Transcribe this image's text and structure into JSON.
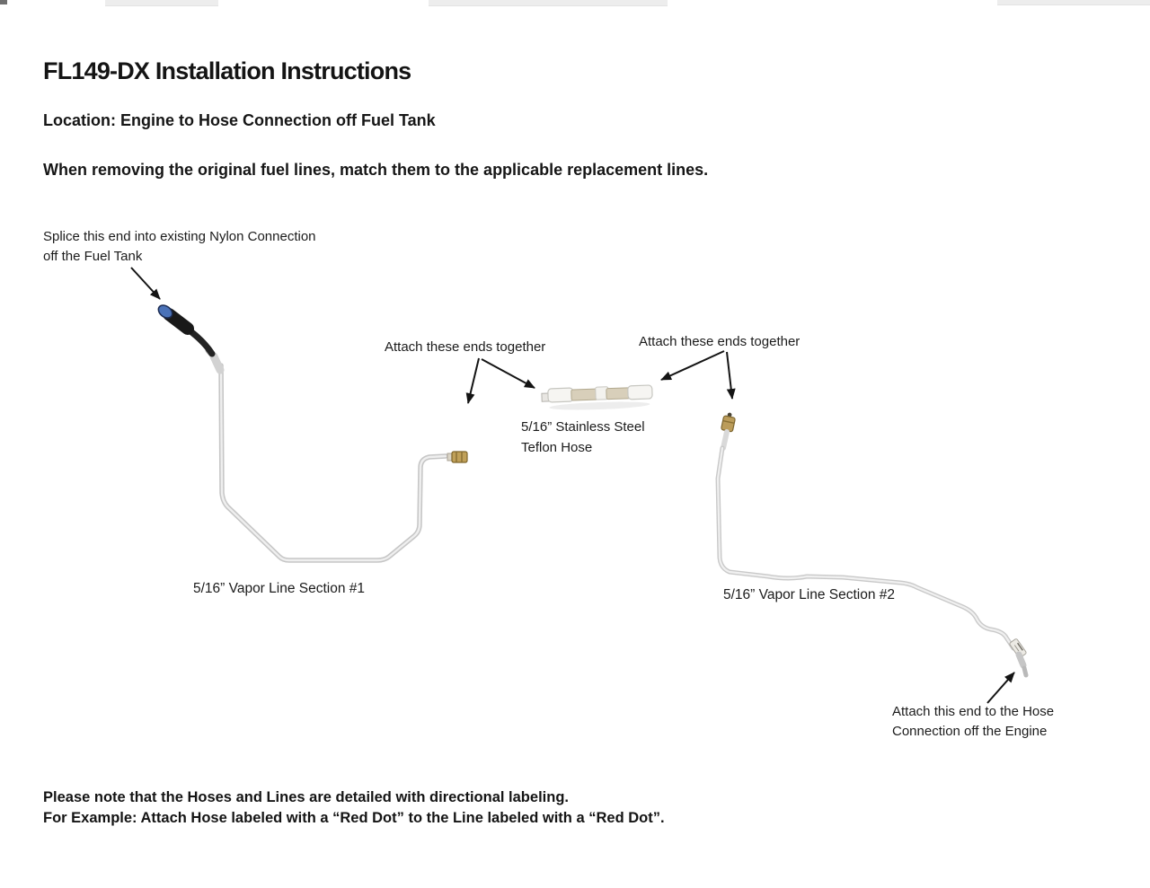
{
  "header": {
    "title": "FL149-DX Installation Instructions",
    "location_line": "Location: Engine to Hose Connection off Fuel Tank",
    "instruction_line": "When removing the original fuel lines, match them to the applicable replacement lines."
  },
  "diagram": {
    "labels": {
      "splice_end": "Splice this end into existing Nylon Connection\noff the Fuel Tank",
      "attach_ends_1": "Attach these ends together",
      "attach_ends_2": "Attach these ends together",
      "stainless_hose": "5/16” Stainless Steel\nTeflon Hose",
      "vapor_line_1": "5/16” Vapor Line Section #1",
      "vapor_line_2": "5/16” Vapor Line Section #2",
      "engine_end": "Attach this end to the Hose\nConnection off the Engine"
    },
    "colors": {
      "arrow": "#141414",
      "vapor_line": "#cdcdcd",
      "rubber_hose_black": "#232323",
      "nylon_connector_blue": "#4a72b8",
      "brass_fitting": "#c0a058",
      "steel_braid": "#d8cfba"
    }
  },
  "footer": {
    "line1": "Please note that the Hoses and Lines are detailed with directional labeling.",
    "line2": "For Example: Attach Hose labeled with a “Red Dot” to the Line labeled with a “Red Dot”."
  }
}
